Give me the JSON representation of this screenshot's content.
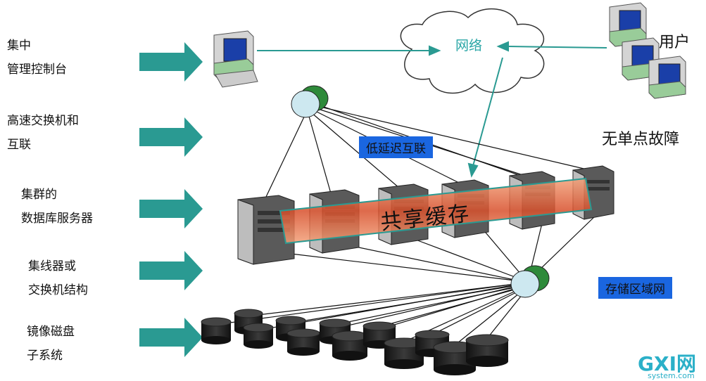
{
  "left_labels": [
    {
      "line1": "集中",
      "line2": "管理控制台"
    },
    {
      "line1": "高速交换机和",
      "line2": "互联"
    },
    {
      "line1": "集群的",
      "line2": "数据库服务器"
    },
    {
      "line1": "集线器或",
      "line2": "交换机结构"
    },
    {
      "line1": "镜像磁盘",
      "line2": "子系统"
    }
  ],
  "network_label": "网络",
  "users_label": "用户",
  "no_spof_label": "无单点故障",
  "low_latency_label": "低延迟互联",
  "shared_cache_label": "共享缓存",
  "san_label": "存储区域网",
  "logo": {
    "text": "GXI网",
    "sub": "system.com"
  },
  "colors": {
    "arrow": "#2a9a92",
    "tag_bg": "#1a66e0",
    "cache": "#e05a3a",
    "network_text": "#2aa6a6"
  }
}
